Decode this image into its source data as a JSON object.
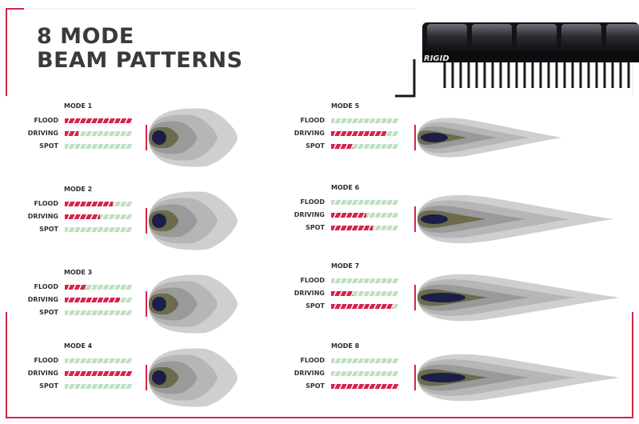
{
  "title": {
    "line1": "8 MODE",
    "line2": "BEAM PATTERNS"
  },
  "brand": {
    "logo_text": "RIGID"
  },
  "colors": {
    "accent_red": "#d4254a",
    "bar_green": "#bfe0bf",
    "beam_outer": "#cfcfcf",
    "beam_mid": "#b6b6b6",
    "beam_inner": "#9a9a9a",
    "beam_olive": "#6d6b4c",
    "beam_core": "#1c1e4a"
  },
  "modes": [
    {
      "label": "MODE 1",
      "beam": "wide",
      "bars": [
        {
          "label": "FLOOD",
          "level": 1.0
        },
        {
          "label": "DRIVING",
          "level": 0.2
        },
        {
          "label": "SPOT",
          "level": 0.0
        }
      ]
    },
    {
      "label": "MODE 2",
      "beam": "wide",
      "bars": [
        {
          "label": "FLOOD",
          "level": 0.72
        },
        {
          "label": "DRIVING",
          "level": 0.52
        },
        {
          "label": "SPOT",
          "level": 0.0
        }
      ]
    },
    {
      "label": "MODE 3",
      "beam": "wide",
      "bars": [
        {
          "label": "FLOOD",
          "level": 0.32
        },
        {
          "label": "DRIVING",
          "level": 0.82
        },
        {
          "label": "SPOT",
          "level": 0.0
        }
      ]
    },
    {
      "label": "MODE 4",
      "beam": "wide",
      "bars": [
        {
          "label": "FLOOD",
          "level": 0.0
        },
        {
          "label": "DRIVING",
          "level": 1.0
        },
        {
          "label": "SPOT",
          "level": 0.0
        }
      ]
    },
    {
      "label": "MODE 5",
      "beam": "medium",
      "bars": [
        {
          "label": "FLOOD",
          "level": 0.0
        },
        {
          "label": "DRIVING",
          "level": 0.82
        },
        {
          "label": "SPOT",
          "level": 0.32
        }
      ]
    },
    {
      "label": "MODE 6",
      "beam": "long",
      "bars": [
        {
          "label": "FLOOD",
          "level": 0.0
        },
        {
          "label": "DRIVING",
          "level": 0.52
        },
        {
          "label": "SPOT",
          "level": 0.62
        }
      ]
    },
    {
      "label": "MODE 7",
      "beam": "narrow",
      "bars": [
        {
          "label": "FLOOD",
          "level": 0.0
        },
        {
          "label": "DRIVING",
          "level": 0.32
        },
        {
          "label": "SPOT",
          "level": 0.92
        }
      ]
    },
    {
      "label": "MODE 8",
      "beam": "narrow",
      "bars": [
        {
          "label": "FLOOD",
          "level": 0.0
        },
        {
          "label": "DRIVING",
          "level": 0.0
        },
        {
          "label": "SPOT",
          "level": 1.0
        }
      ]
    }
  ]
}
